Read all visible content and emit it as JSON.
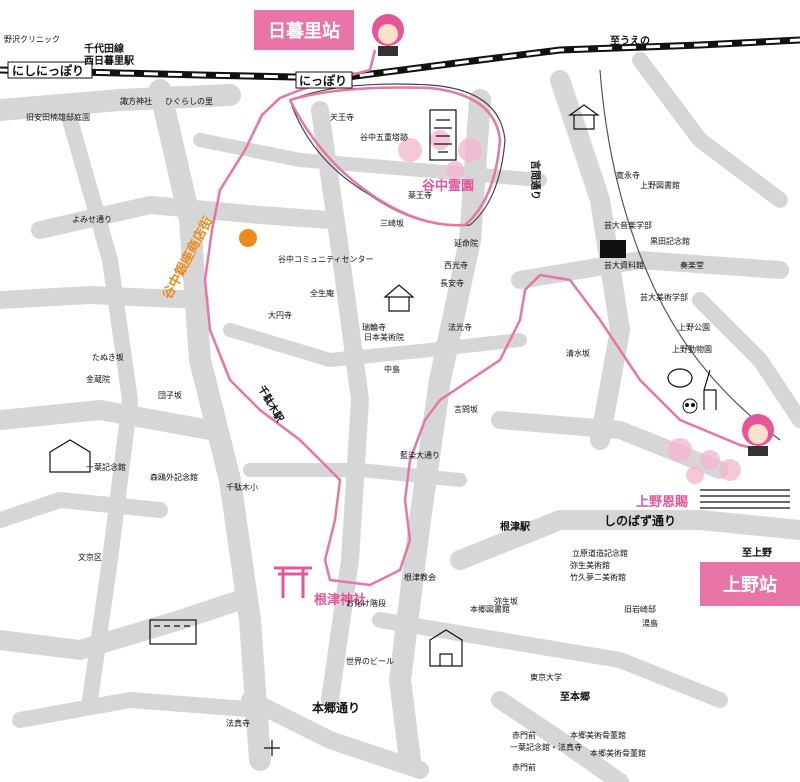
{
  "colors": {
    "route": "#e874a8",
    "accent_pink": "#e6559a",
    "accent_orange": "#f08a1c",
    "road_gray": "#d6d6d6",
    "rail": "#111111"
  },
  "stations": {
    "nippori": "日暮里站",
    "ueno": "上野站"
  },
  "districts": {
    "yanaka_cemetery": "谷中霊園",
    "yanaka_ginza": "谷中銀座商店街",
    "nezu_shrine": "根津神社",
    "ueno_park": "上野恩賜"
  },
  "roads": {
    "nishi_nippori": "にしにっぽり",
    "nippori_rail": "にっぽり",
    "nishi_nippori_station": "西日暮里駅",
    "chiyoda_line": "千代田線",
    "to_ueno": "至うえの",
    "kototoi": "言問通り",
    "shinobazu": "しのばず通り",
    "hongo": "本郷通り",
    "sendagi": "千駄木駅",
    "nezu_station": "根津駅",
    "to_ueno_south": "至上野",
    "to_hongo": "至本郷"
  },
  "labels": [
    {
      "id": "nishi-nippori-clinic",
      "text": "野沢クリニック"
    },
    {
      "id": "suwa-shrine",
      "text": "諏方神社"
    },
    {
      "id": "hirugure",
      "text": "ひぐらしの里"
    },
    {
      "id": "kyukai",
      "text": "旧安田楠雄邸庭園"
    },
    {
      "id": "tennoji",
      "text": "天王寺"
    },
    {
      "id": "yanaka-goju",
      "text": "谷中五重塔跡"
    },
    {
      "id": "kaneiji",
      "text": "寛永寺"
    },
    {
      "id": "ueno-library",
      "text": "上野図書館"
    },
    {
      "id": "geidai",
      "text": "芸大音楽学部"
    },
    {
      "id": "kuroda",
      "text": "黒田記念館"
    },
    {
      "id": "geidai-museum",
      "text": "芸大資料館"
    },
    {
      "id": "soukaku",
      "text": "奏楽堂"
    },
    {
      "id": "geidai-art",
      "text": "芸大美術学部"
    },
    {
      "id": "ueno-park-lbl",
      "text": "上野公園"
    },
    {
      "id": "ueno-zoo",
      "text": "上野動物園"
    },
    {
      "id": "shimizu",
      "text": "清水坂"
    },
    {
      "id": "yanaka-community",
      "text": "谷中コミュニティセンター"
    },
    {
      "id": "zensho-an",
      "text": "全生庵"
    },
    {
      "id": "daien-ji",
      "text": "大円寺"
    },
    {
      "id": "choan-ji",
      "text": "長安寺"
    },
    {
      "id": "nippon-art",
      "text": "日本美術院"
    },
    {
      "id": "zuirin",
      "text": "瑞輪寺"
    },
    {
      "id": "hoko-ji",
      "text": "法光寺"
    },
    {
      "id": "nezu-museum",
      "text": "根津教会"
    },
    {
      "id": "yayoi",
      "text": "弥生美術館"
    },
    {
      "id": "takehisa",
      "text": "竹久夢二美術館"
    },
    {
      "id": "tachihara",
      "text": "立原道造記念館"
    },
    {
      "id": "todai",
      "text": "東京大学"
    },
    {
      "id": "nezu-beer",
      "text": "世界のビール"
    },
    {
      "id": "okaku",
      "text": "お化け階段"
    },
    {
      "id": "sendagi-school",
      "text": "千駄木小"
    },
    {
      "id": "ogai",
      "text": "森鴎外記念館"
    },
    {
      "id": "kinjo",
      "text": "金蔵院"
    },
    {
      "id": "tanuki",
      "text": "たぬき坂"
    },
    {
      "id": "yomise",
      "text": "よみせ通り"
    },
    {
      "id": "dango",
      "text": "団子坂"
    },
    {
      "id": "aizome",
      "text": "藍染大通り"
    },
    {
      "id": "sansaki",
      "text": "三崎坂"
    },
    {
      "id": "yakushi",
      "text": "薬王寺"
    },
    {
      "id": "enmei",
      "text": "延命院"
    },
    {
      "id": "saiko",
      "text": "西光寺"
    },
    {
      "id": "nakajima",
      "text": "中島"
    },
    {
      "id": "hongo-high",
      "text": "本郷図書館"
    },
    {
      "id": "bunkyo",
      "text": "文京区"
    },
    {
      "id": "yushima",
      "text": "湯島"
    },
    {
      "id": "kyo-ueno",
      "text": "旧岩崎邸"
    },
    {
      "id": "yayoi-slope",
      "text": "弥生坂"
    },
    {
      "id": "kototoi-slope",
      "text": "言問坂"
    },
    {
      "id": "hongo-museum",
      "text": "本郷美術骨董館"
    },
    {
      "id": "akamon",
      "text": "赤門前"
    },
    {
      "id": "ichiyo",
      "text": "一葉記念館"
    },
    {
      "id": "hotei",
      "text": "法真寺"
    }
  ],
  "bottom": {
    "akamon": "赤門前",
    "ichiyo": "一葉記念館・法真寺",
    "hongo_art": "本郷美術骨董館"
  }
}
